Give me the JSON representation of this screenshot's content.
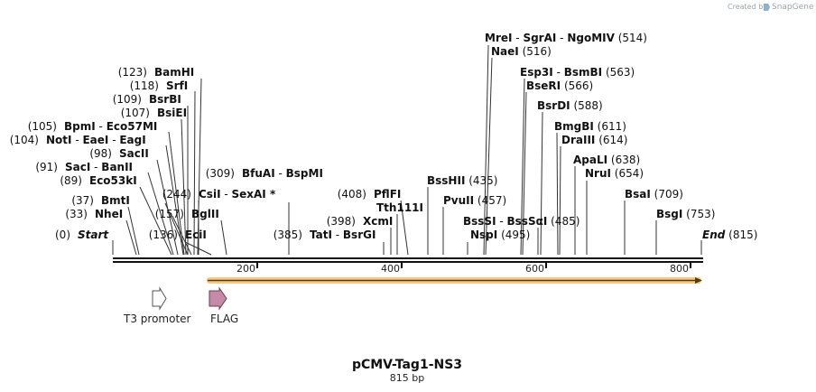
{
  "credit": {
    "text": "Created by",
    "brand": "SnapGene"
  },
  "title": "pCMV-Tag1-NS3",
  "length": "815 bp",
  "ticks": [
    "200",
    "400",
    "600",
    "800"
  ],
  "sites": [
    {
      "pos": "(514)",
      "names": [
        "MreI",
        "SgrAI",
        "NgoMIV"
      ]
    },
    {
      "pos": "(516)",
      "names": [
        "NaeI"
      ]
    },
    {
      "pos": "(123)",
      "names": [
        "BamHI"
      ]
    },
    {
      "pos": "(563)",
      "names": [
        "Esp3I",
        "BsmBI"
      ]
    },
    {
      "pos": "(118)",
      "names": [
        "SrfI"
      ]
    },
    {
      "pos": "(566)",
      "names": [
        "BseRI"
      ]
    },
    {
      "pos": "(109)",
      "names": [
        "BsrBI"
      ]
    },
    {
      "pos": "(588)",
      "names": [
        "BsrDI"
      ]
    },
    {
      "pos": "(107)",
      "names": [
        "BsiEI"
      ]
    },
    {
      "pos": "(105)",
      "names": [
        "BpmI",
        "Eco57MI"
      ]
    },
    {
      "pos": "(611)",
      "names": [
        "BmgBI"
      ]
    },
    {
      "pos": "(104)",
      "names": [
        "NotI",
        "EaeI",
        "EagI"
      ]
    },
    {
      "pos": "(614)",
      "names": [
        "DraIII"
      ]
    },
    {
      "pos": "(98)",
      "names": [
        "SacII"
      ]
    },
    {
      "pos": "(638)",
      "names": [
        "ApaLI"
      ]
    },
    {
      "pos": "(91)",
      "names": [
        "SacI",
        "BanII"
      ]
    },
    {
      "pos": "(309)",
      "names": [
        "BfuAI",
        "BspMI"
      ]
    },
    {
      "pos": "(654)",
      "names": [
        "NruI"
      ]
    },
    {
      "pos": "(89)",
      "names": [
        "Eco53kI"
      ]
    },
    {
      "pos": "(435)",
      "names": [
        "BssHII"
      ]
    },
    {
      "pos": "(244)",
      "names": [
        "CsiI",
        "SexAI *"
      ]
    },
    {
      "pos": "(408)",
      "names": [
        "PflFI"
      ]
    },
    {
      "pos": "(709)",
      "names": [
        "BsaI"
      ]
    },
    {
      "pos": "(37)",
      "names": [
        "BmtI"
      ]
    },
    {
      "pos": "(457)",
      "names": [
        "PvuII"
      ]
    },
    {
      "pos": "(33)",
      "names": [
        "NheI"
      ]
    },
    {
      "pos": "(157)",
      "names": [
        "BglII"
      ]
    },
    {
      "pos": "(753)",
      "names": [
        "BsgI"
      ]
    },
    {
      "pos": "",
      "names": [
        "Tth111I"
      ]
    },
    {
      "pos": "(398)",
      "names": [
        "XcmI"
      ]
    },
    {
      "pos": "(485)",
      "names": [
        "BssSI",
        "BssSαI"
      ]
    },
    {
      "pos": "(0)",
      "names": [
        "Start"
      ]
    },
    {
      "pos": "(136)",
      "names": [
        "EciI"
      ]
    },
    {
      "pos": "(385)",
      "names": [
        "TatI",
        "BsrGI"
      ]
    },
    {
      "pos": "(495)",
      "names": [
        "NspI"
      ]
    },
    {
      "pos": "(815)",
      "names": [
        "End"
      ]
    }
  ],
  "features": [
    {
      "name": "T3 promoter"
    },
    {
      "name": "FLAG"
    }
  ],
  "colors": {
    "backbone": "#111111",
    "orf_line": "#5a3a00",
    "orf_glow": "#f5c170",
    "flag_fill": "#c48aa8",
    "promoter_fill": "#ffffff"
  }
}
